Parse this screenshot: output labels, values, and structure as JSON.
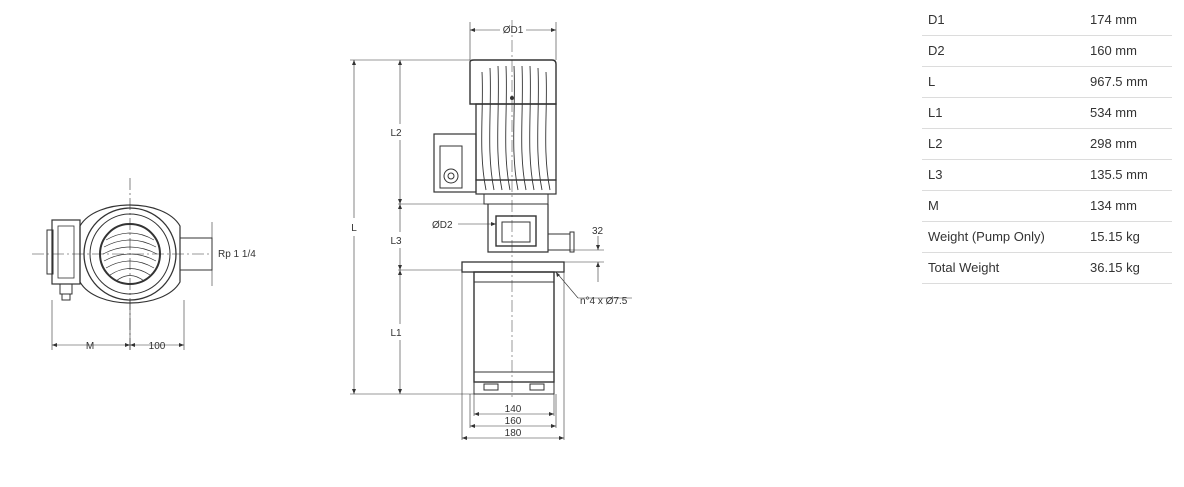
{
  "drawing": {
    "labels": {
      "d1": "ØD1",
      "d2": "ØD2",
      "l": "L",
      "l1": "L1",
      "l2": "L2",
      "l3": "L3",
      "m": "M",
      "dim_100": "100",
      "rp": "Rp 1 1/4",
      "dim_32": "32",
      "holes": "n°4 x Ø7.5",
      "dim_140": "140",
      "dim_160": "160",
      "dim_180": "180"
    }
  },
  "specs": [
    {
      "label": "D1",
      "value": "174 mm"
    },
    {
      "label": "D2",
      "value": "160 mm"
    },
    {
      "label": "L",
      "value": "967.5 mm"
    },
    {
      "label": "L1",
      "value": "534 mm"
    },
    {
      "label": "L2",
      "value": "298 mm"
    },
    {
      "label": "L3",
      "value": "135.5 mm"
    },
    {
      "label": "M",
      "value": "134 mm"
    },
    {
      "label": "Weight (Pump Only)",
      "value": "15.15 kg"
    },
    {
      "label": "Total Weight",
      "value": "36.15 kg"
    }
  ]
}
